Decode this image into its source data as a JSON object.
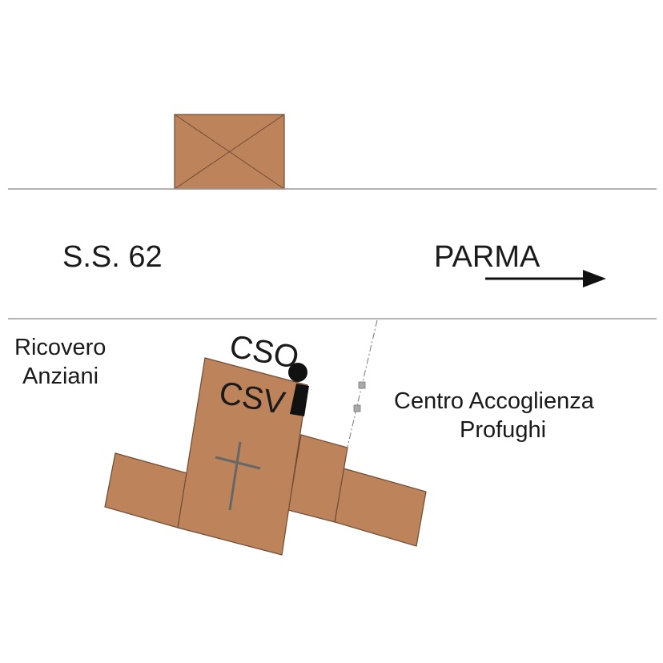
{
  "road": {
    "name": "S.S. 62"
  },
  "direction": {
    "destination": "PARMA",
    "arrow_icon": "arrow-right-icon"
  },
  "places": {
    "left": [
      "Ricovero",
      "Anziani"
    ],
    "right": [
      "Centro Accoglienza",
      "Profughi"
    ]
  },
  "markers": {
    "cso": "CSO",
    "csv": "CSV"
  },
  "colors": {
    "building_fill": "#bd845c",
    "building_stroke": "#6e4a33",
    "road_line": "#9a9a9a",
    "ink": "#111111"
  },
  "icons": {
    "church": "cross-icon",
    "cso_marker": "circle-icon",
    "csv_marker": "rectangle-icon"
  }
}
